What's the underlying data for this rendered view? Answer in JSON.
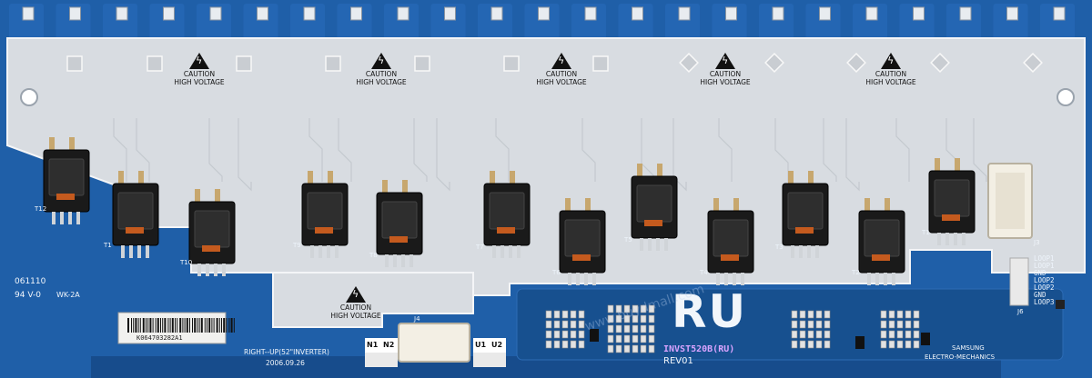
{
  "caution": {
    "line1": "CAUTION",
    "line2": "HIGH VOLTAGE"
  },
  "transformers": [
    {
      "label": "T12"
    },
    {
      "label": "T1"
    },
    {
      "label": "T10"
    },
    {
      "label": "T9"
    },
    {
      "label": "T8"
    },
    {
      "label": "T7"
    },
    {
      "label": "T6"
    },
    {
      "label": "T5"
    },
    {
      "label": "T4"
    },
    {
      "label": "T3"
    },
    {
      "label": "T2"
    },
    {
      "label": "T1"
    }
  ],
  "markings": {
    "code": "061110",
    "rating": "94 V-0",
    "approval": "WK-2A",
    "barcode_number": "K064703282A1",
    "board_name": "RIGHT--UP(52\"INVERTER)",
    "date": "2006.09.26",
    "region": "RU",
    "model": "INVST520B(RU)",
    "revision": "REV01",
    "maker_line1": "SAMSUNG",
    "maker_line2": "ELECTRO-MECHANICS",
    "watermark": "www.buydmall.com"
  },
  "pads": {
    "n1": "N1",
    "n2": "N2",
    "u1": "U1",
    "u2": "U2"
  },
  "connectors": {
    "j3": "J3",
    "j4": "J4",
    "j6": "J6",
    "loop_labels": [
      "LOOP1",
      "LOOP1",
      "GND",
      "LOOP2",
      "LOOP2",
      "GND",
      "LOOP3"
    ]
  },
  "colors": {
    "pcb_blue": "#1f5fa8",
    "pcb_blue_dark": "#174c8c",
    "silver": "#d9dde2",
    "shield_edge": "#f4f5f7"
  }
}
